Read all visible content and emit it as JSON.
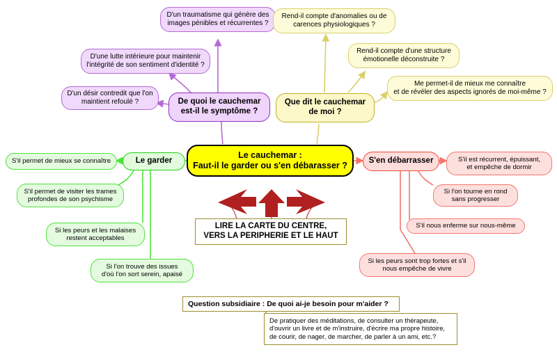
{
  "title": "Le cauchemar : Faut-il le garder ou s'en débarasser ?",
  "colors": {
    "center_fill": "#ffff00",
    "purple": "#b36ad4",
    "yellow": "#d8d06a",
    "green": "#4ee33a",
    "red": "#f4756c",
    "olive": "#9a8f2e",
    "arrow_red": "#b02020"
  },
  "center": {
    "label": "Le cauchemar :\nFaut-il le garder ou s'en débarasser ?"
  },
  "branches": {
    "symptome": {
      "label": "De quoi le cauchemar\nest-il le symptôme ?",
      "color": "#8e2fc0",
      "children": [
        {
          "label": "D'un traumatisme qui génère des\nimages pénibles et récurrentes ?"
        },
        {
          "label": "D'une lutte intérieure pour maintenir\nl'intégrité de son sentiment d'identité ?"
        },
        {
          "label": "D'un désir contredit que l'on\nmaintient refoulé ?"
        }
      ]
    },
    "que_dit": {
      "label": "Que dit le cauchemar\nde moi ?",
      "color": "#bfae26",
      "children": [
        {
          "label": "Rend-il compte d'anomalies ou de\ncarences physiologiques ?"
        },
        {
          "label": "Rend-il compte d'une structure\némotionelle déconstruite ?"
        },
        {
          "label": "Me permet-il de mieux me connaître\net de révéler des aspects ignorés de moi-même ?"
        }
      ]
    },
    "garder": {
      "label": "Le garder",
      "color": "#22d417",
      "children": [
        {
          "label": "S'il permet de mieux se connaître"
        },
        {
          "label": "S'il permet de visiter les trames\nprofondes de son psychisme"
        },
        {
          "label": "Si les peurs et les malaises\nrestent acceptables"
        },
        {
          "label": "Si l'on trouve des issues\nd'où l'on sort serein, apaisé"
        }
      ]
    },
    "debarrasser": {
      "label": "S'en débarrasser",
      "color": "#f0483c",
      "children": [
        {
          "label": "S'il est récurrent, épuissant,\net empêche de dormir"
        },
        {
          "label": "Si l'on tourne en rond\nsans progresser"
        },
        {
          "label": "S'il nous enferme sur nous-même"
        },
        {
          "label": "Si les peurs sont trop fortes et s'il\nnous empêche de vivre"
        }
      ]
    }
  },
  "caption": {
    "label": "LIRE LA CARTE DU CENTRE,\nVERS LA PERIPHERIE ET LE HAUT",
    "arrows": [
      "arrow-left",
      "arrow-up",
      "arrow-right"
    ]
  },
  "footer": {
    "question": "Question subsidiaire : De quoi ai-je besoin pour m'aider ?",
    "answer": "De pratiquer des méditations, de consulter un thérapeute,\nd'ouvrir un livre et de m'instruire, d'écrire ma propre histoire,\nde courir, de nager, de marcher, de parler à un ami, etc.?"
  }
}
